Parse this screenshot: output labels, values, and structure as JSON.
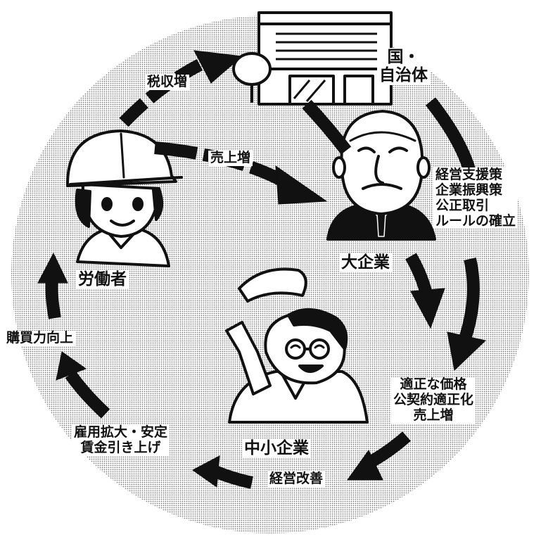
{
  "actors": {
    "government": [
      "国・",
      "自治体"
    ],
    "large_company": "大企業",
    "worker": "労働者",
    "small_company": "中小企業"
  },
  "flows": {
    "tax_increase": "税収増",
    "sales_increase_large": "売上増",
    "gov_support": [
      "経営支援策",
      "企業振興策",
      "公正取引",
      "ルールの確立"
    ],
    "fair_price": [
      "適正な価格",
      "公契約適正化",
      "売上増"
    ],
    "management_improvement": "経営改善",
    "employment": [
      "雇用拡大・安定",
      "賃金引き上げ"
    ],
    "purchasing_power": "購買力向上"
  },
  "colors": {
    "background_dots": "#7a7a7a",
    "ink": "#111111",
    "figure_fill": "#ffffff"
  }
}
